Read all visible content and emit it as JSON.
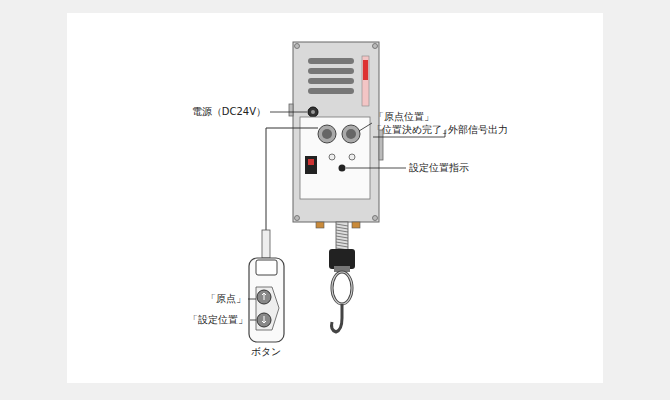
{
  "diagram": {
    "labels": [
      "電源（DC24V）",
      "「原点位置」",
      "「位置決め完了」",
      "外部信号出力",
      "設定位置指示",
      "「原点」",
      "「設定位置」",
      "ボタン"
    ]
  }
}
